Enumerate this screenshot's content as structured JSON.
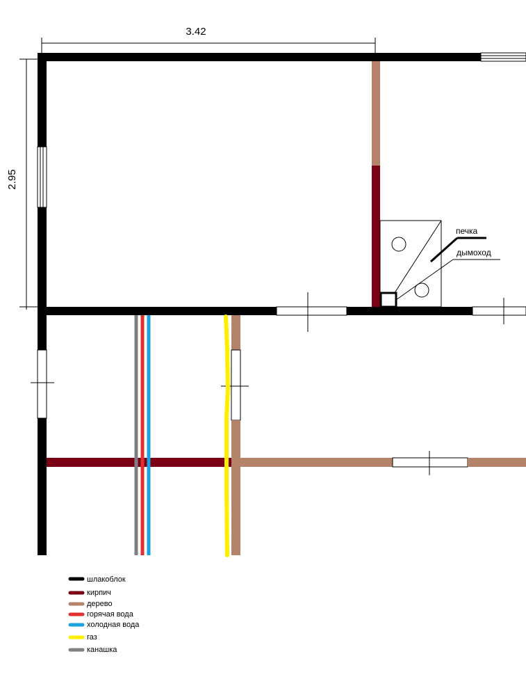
{
  "dimensions": {
    "width_label": "3.42",
    "height_label": "2.95"
  },
  "annotations": {
    "stove": "печка",
    "chimney": "дымоход"
  },
  "legend": [
    {
      "label": "шлакоблок",
      "color": "#000000"
    },
    {
      "label": "кирпич",
      "color": "#7b0016"
    },
    {
      "label": "дерево",
      "color": "#b5836a"
    },
    {
      "label": "горячая вода",
      "color": "#e03030"
    },
    {
      "label": "холодная вода",
      "color": "#1aa3e0"
    },
    {
      "label": "газ",
      "color": "#ffee00"
    },
    {
      "label": "канашка",
      "color": "#808080"
    }
  ]
}
